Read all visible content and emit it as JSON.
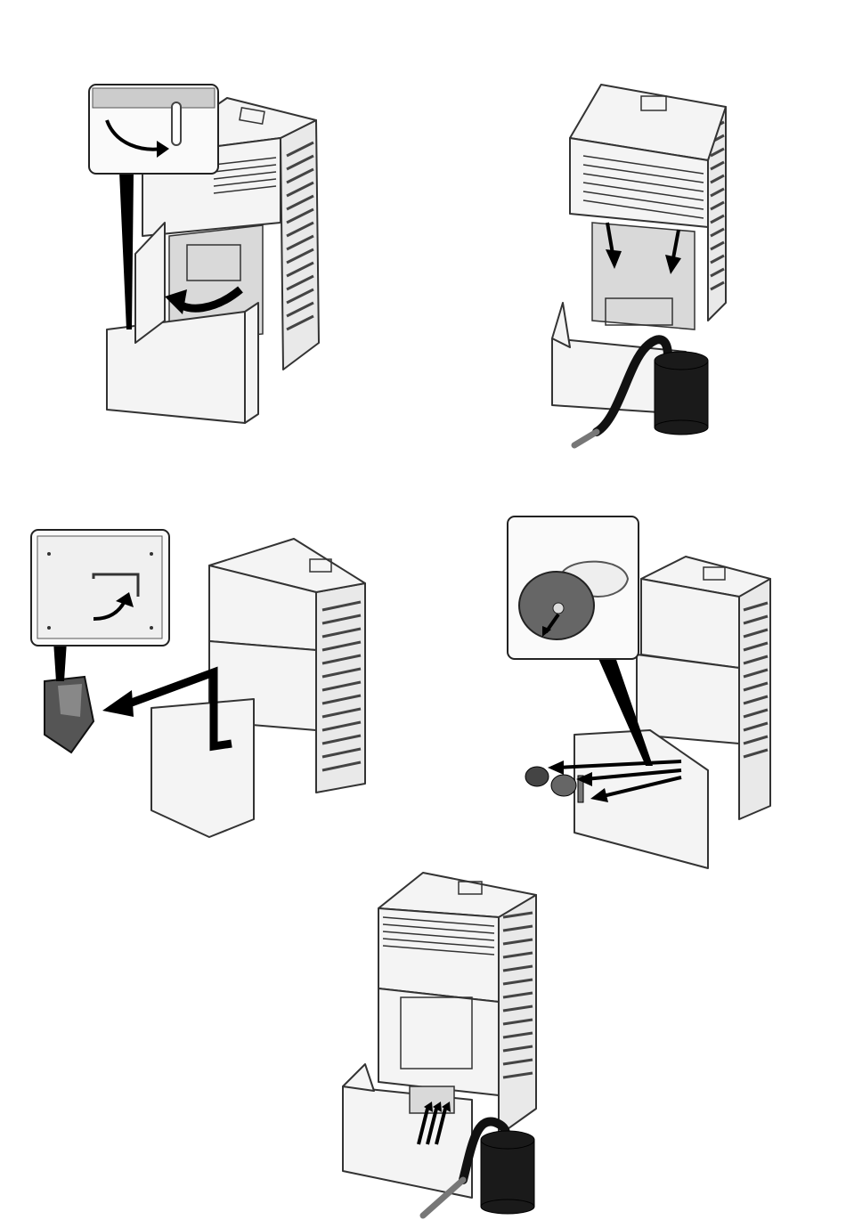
{
  "figure": {
    "steps": [
      {
        "id": "step-1",
        "elements": [
          "door-handle-detail",
          "open-door-arrow"
        ]
      },
      {
        "id": "step-2",
        "elements": [
          "suction-arrows",
          "ash-vacuum"
        ]
      },
      {
        "id": "step-3",
        "elements": [
          "ash-pan-detail",
          "remove-ash-pan-arrow"
        ]
      },
      {
        "id": "step-4",
        "elements": [
          "inspection-cover-detail",
          "remove-covers-arrows"
        ]
      },
      {
        "id": "step-5",
        "elements": [
          "clean-ducts-arrows",
          "ash-vacuum"
        ]
      }
    ],
    "colors": {
      "line": "#333333",
      "arrow": "#000000",
      "panel": "#f4f4f4",
      "vacuum": "#1a1a1a"
    }
  }
}
